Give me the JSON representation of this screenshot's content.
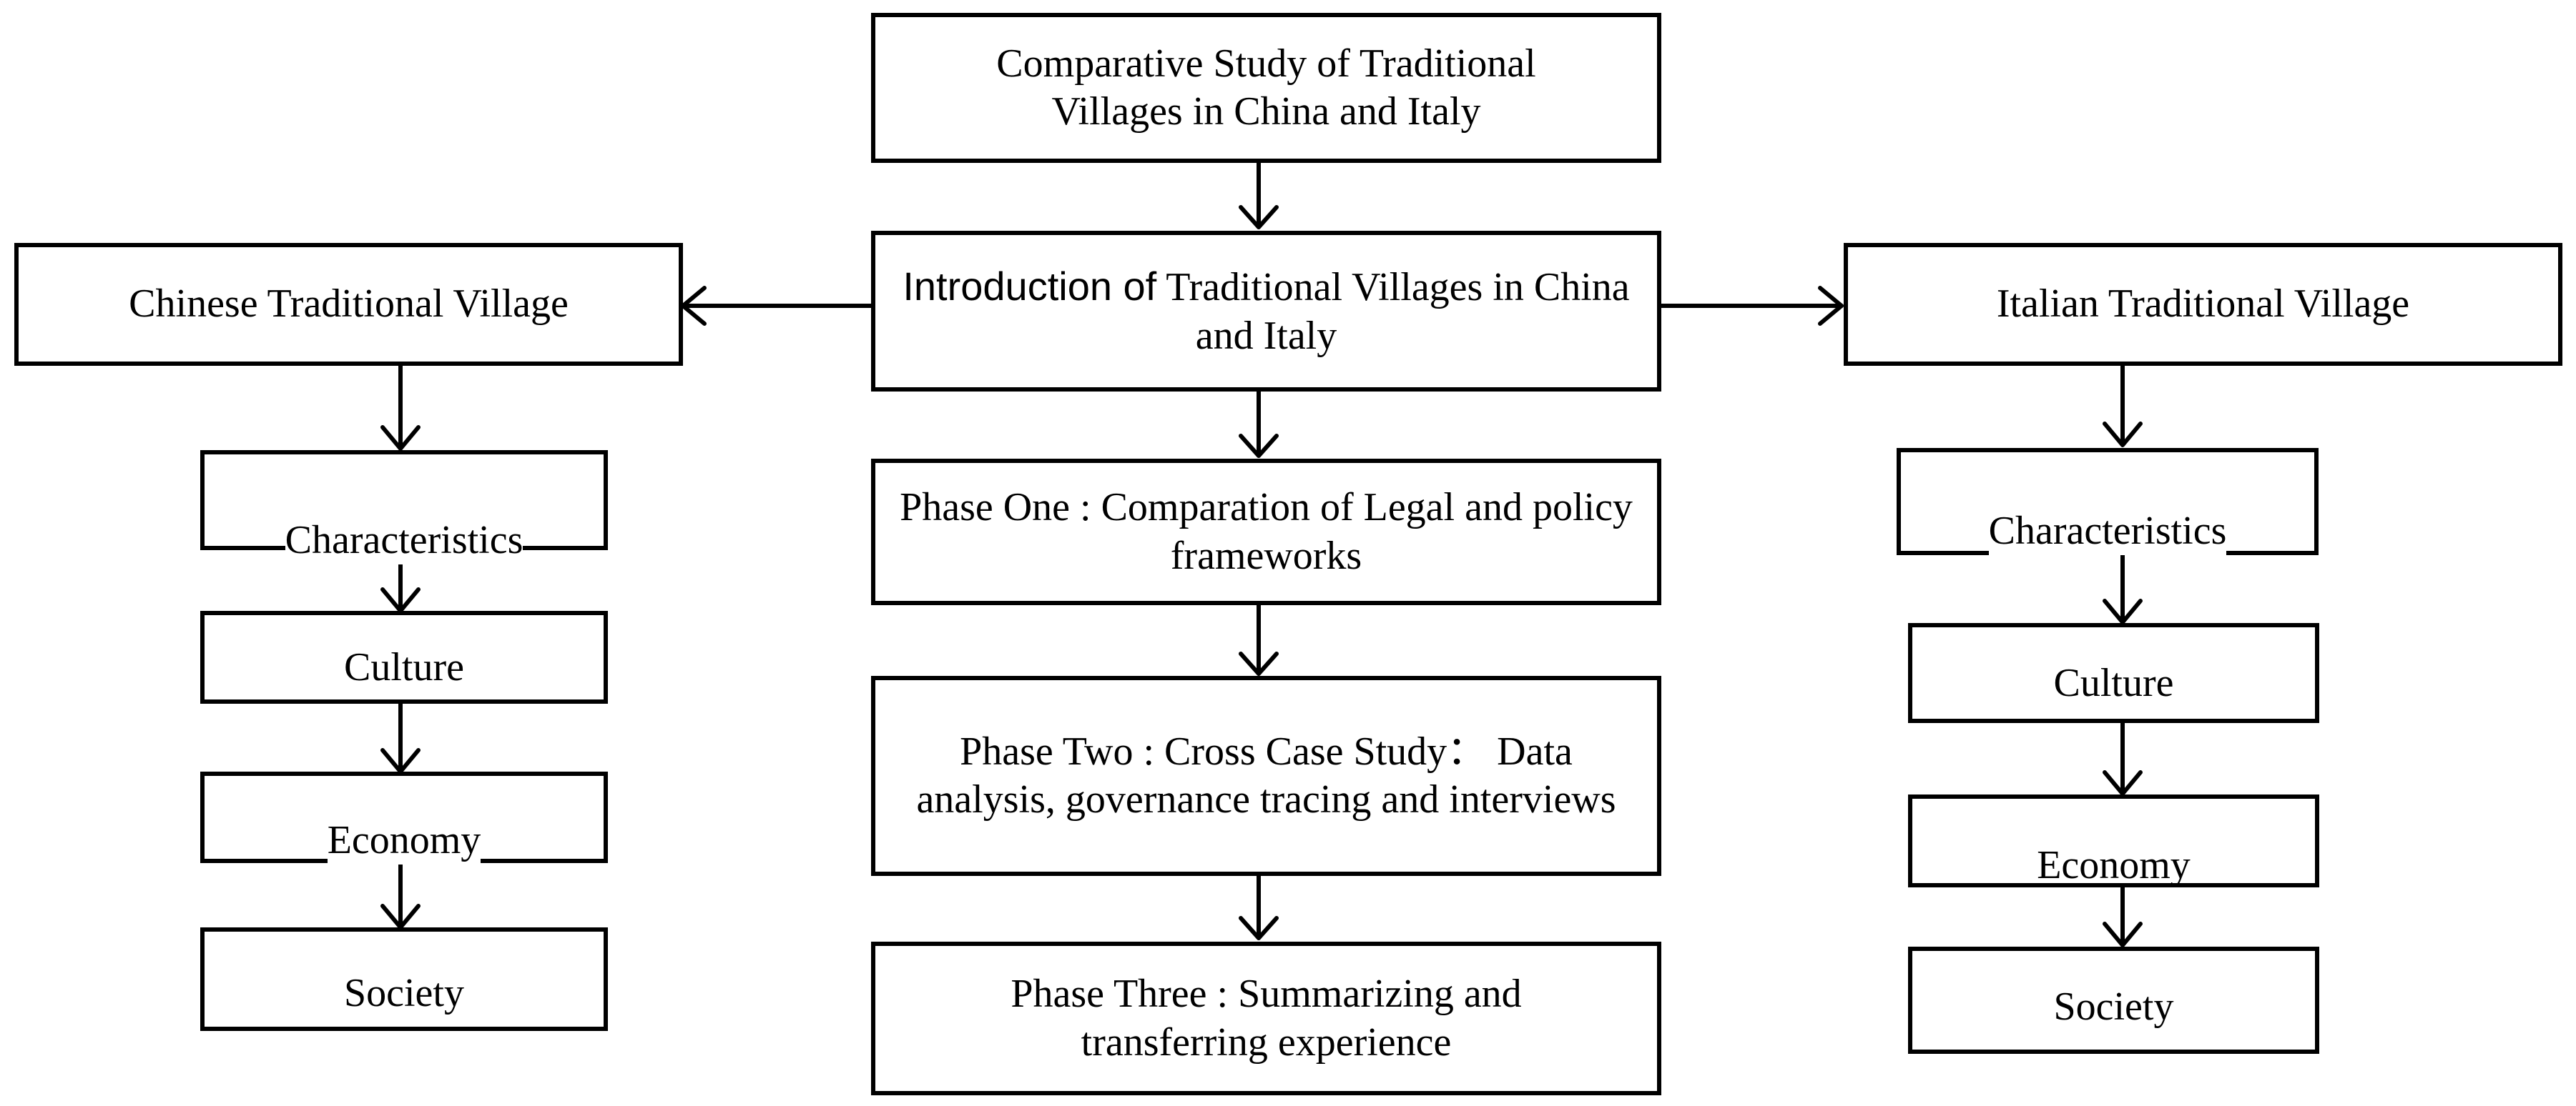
{
  "diagram": {
    "top": {
      "title": "Comparative Study of Traditional Villages in China and Italy"
    },
    "center": {
      "intro_prefix": "Introduction of",
      "intro_rest": " Traditional Villages in China and Italy",
      "phase_one": "Phase One : Comparation of Legal and policy frameworks",
      "phase_two": "Phase Two : Cross Case Study： Data analysis, governance tracing and interviews",
      "phase_three": "Phase Three : Summarizing and transferring experience"
    },
    "left": {
      "title": "Chinese Traditional Village",
      "items": [
        "Characteristics",
        "Culture",
        "Economy",
        "Society"
      ]
    },
    "right": {
      "title": "Italian Traditional Village",
      "items": [
        "Characteristics",
        "Culture",
        "Economy",
        "Society"
      ]
    }
  },
  "colors": {
    "stroke": "#000000",
    "background": "#ffffff"
  }
}
